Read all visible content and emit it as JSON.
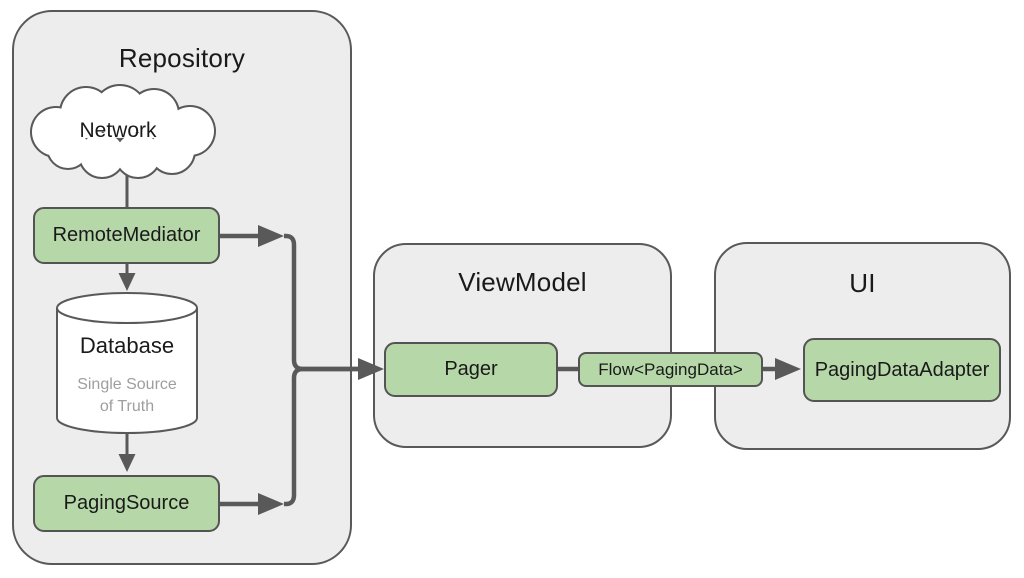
{
  "diagram": {
    "colors": {
      "background": "#ffffff",
      "container_fill": "#ededed",
      "container_border": "#595959",
      "node_fill": "#b6d7a8",
      "node_border": "#545454",
      "connector": "#595959",
      "shape_fill": "#ffffff",
      "text": "#1a1a1a",
      "muted_text": "#9e9e9e"
    },
    "containers": {
      "repository": {
        "title": "Repository"
      },
      "viewmodel": {
        "title": "ViewModel"
      },
      "ui": {
        "title": "UI"
      }
    },
    "nodes": {
      "network": {
        "label": "Network",
        "shape": "cloud"
      },
      "remote_mediator": {
        "label": "RemoteMediator"
      },
      "database": {
        "label": "Database",
        "sublabel": "Single Source\nof Truth",
        "shape": "cylinder"
      },
      "paging_source": {
        "label": "PagingSource"
      },
      "pager": {
        "label": "Pager"
      },
      "flow": {
        "label": "Flow<PagingData>"
      },
      "paging_data_adapter": {
        "label": "PagingDataAdapter"
      }
    },
    "edges": [
      {
        "from": "Network",
        "to": "RemoteMediator",
        "arrow": false
      },
      {
        "from": "RemoteMediator",
        "to": "Database",
        "arrow": true
      },
      {
        "from": "Database",
        "to": "PagingSource",
        "arrow": true
      },
      {
        "from": "RemoteMediator",
        "to": "Pager",
        "arrow": true
      },
      {
        "from": "PagingSource",
        "to": "Pager",
        "arrow": true
      },
      {
        "from": "Pager",
        "to": "Flow<PagingData>",
        "arrow": false
      },
      {
        "from": "Flow<PagingData>",
        "to": "PagingDataAdapter",
        "arrow": true
      }
    ]
  }
}
